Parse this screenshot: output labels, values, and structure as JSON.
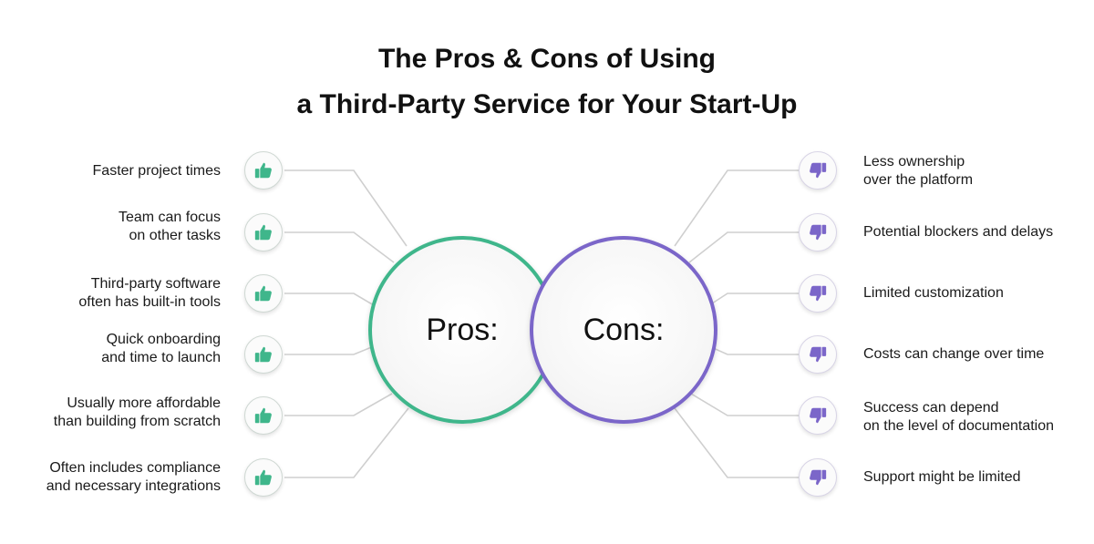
{
  "title": {
    "line1": "The Pros & Cons of Using",
    "line2": "a Third-Party Service for Your Start-Up"
  },
  "pros": {
    "label": "Pros:",
    "color": "#3fb68b",
    "icon": "thumbs-up-icon",
    "items": [
      {
        "text": "Faster project times"
      },
      {
        "text": "Team can focus\non other tasks"
      },
      {
        "text": "Third-party software\noften has built-in tools"
      },
      {
        "text": "Quick onboarding\nand time to launch"
      },
      {
        "text": "Usually more affordable\nthan building from scratch"
      },
      {
        "text": "Often includes compliance\nand necessary integrations"
      }
    ]
  },
  "cons": {
    "label": "Cons:",
    "color": "#7b66c9",
    "icon": "thumbs-down-icon",
    "items": [
      {
        "text": "Less ownership\nover the platform"
      },
      {
        "text": "Potential blockers and delays"
      },
      {
        "text": "Limited customization"
      },
      {
        "text": "Costs can change over time"
      },
      {
        "text": "Success can depend\non the level of documentation"
      },
      {
        "text": "Support might be limited"
      }
    ]
  }
}
